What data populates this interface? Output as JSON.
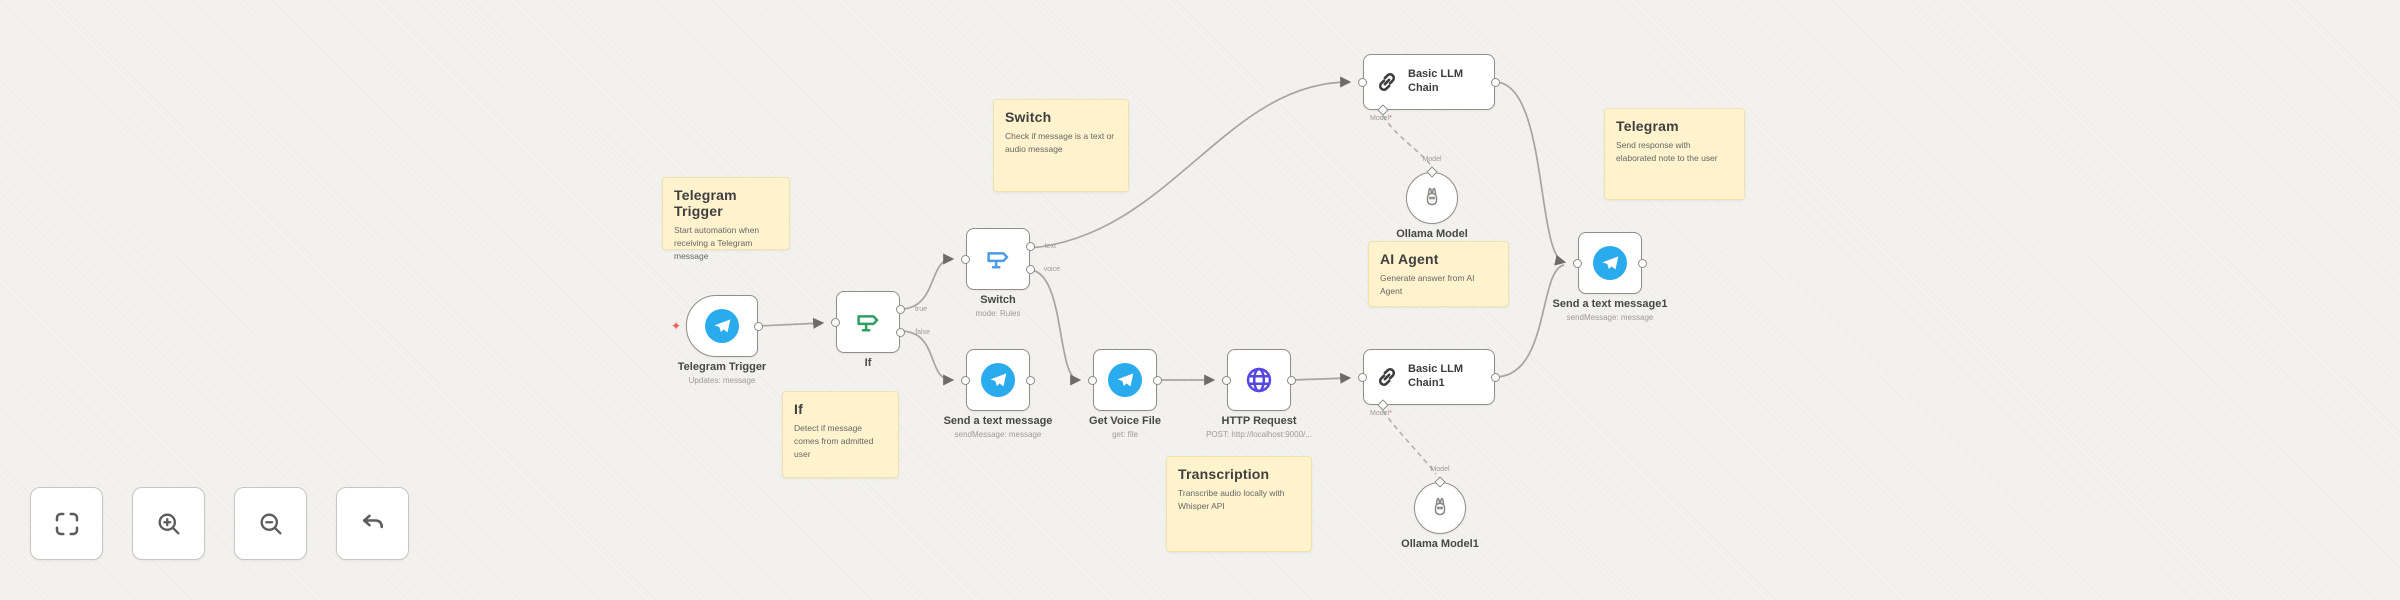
{
  "workflow": {
    "sticky_notes": [
      {
        "title": "Telegram Trigger",
        "body": "Start automation when receiving a Telegram message"
      },
      {
        "title": "Switch",
        "body": "Check if message is a text or audio message"
      },
      {
        "title": "If",
        "body": "Detect if message comes from admitted user"
      },
      {
        "title": "Transcription",
        "body": "Transcribe audio locally with Whisper API"
      },
      {
        "title": "AI Agent",
        "body": "Generate answer from AI Agent"
      },
      {
        "title": "Telegram",
        "body": "Send response with elaborated note to the user"
      }
    ],
    "nodes": [
      {
        "name": "Telegram Trigger",
        "subtitle": "Updates: message",
        "icon": "telegram-icon"
      },
      {
        "name": "If",
        "subtitle": "",
        "icon": "if-signpost-icon"
      },
      {
        "name": "Switch",
        "subtitle": "mode: Rules",
        "icon": "switch-signpost-icon"
      },
      {
        "name": "Send a text message",
        "subtitle": "sendMessage: message",
        "icon": "telegram-icon"
      },
      {
        "name": "Get Voice File",
        "subtitle": "get: file",
        "icon": "telegram-icon"
      },
      {
        "name": "HTTP Request",
        "subtitle": "POST: http://localhost:9000/...",
        "icon": "globe-icon"
      },
      {
        "name": "Basic LLM Chain",
        "subtitle": "",
        "icon": "chain-link-icon"
      },
      {
        "name": "Ollama Model",
        "subtitle": "",
        "icon": "ollama-icon"
      },
      {
        "name": "Basic LLM Chain1",
        "subtitle": "",
        "icon": "chain-link-icon"
      },
      {
        "name": "Ollama Model1",
        "subtitle": "",
        "icon": "ollama-icon"
      },
      {
        "name": "Send a text message1",
        "subtitle": "sendMessage: message",
        "icon": "telegram-icon"
      }
    ],
    "port_labels": {
      "if_true": "true",
      "if_false": "false",
      "switch_text": "text",
      "switch_voice": "voice",
      "model": "Model",
      "model_required": "Model",
      "required_marker": "*"
    }
  },
  "controls": {
    "buttons": [
      {
        "name": "zoom-to-fit",
        "icon": "fit-view-icon"
      },
      {
        "name": "zoom-in",
        "icon": "zoom-in-icon"
      },
      {
        "name": "zoom-out",
        "icon": "zoom-out-icon"
      },
      {
        "name": "reset-zoom",
        "icon": "undo-icon"
      }
    ]
  },
  "colors": {
    "canvas_bg": "#f2f1ee",
    "sticky_bg": "#fff3ce",
    "telegram_blue": "#2AABEE",
    "if_green": "#2f9e62",
    "switch_blue": "#4a9be8",
    "http_indigo": "#5548e0",
    "chain_dark": "#3d3d3d",
    "edge_gray": "#a8a5a0",
    "required_red": "#e25555"
  }
}
